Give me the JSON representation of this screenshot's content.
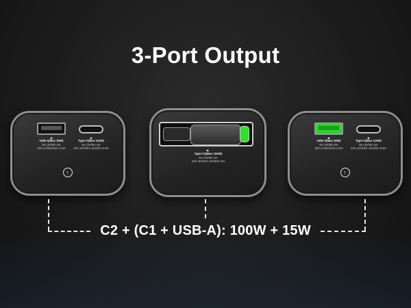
{
  "title": "3-Port Output",
  "formula": "C2 + (C1 + USB-A): 100W + 15W",
  "ports": {
    "usba": {
      "head": "USB-A(Max 30W)",
      "line1": "5V=3A/9V=3A",
      "line2": "10V=2.25A/12V=2.5A"
    },
    "typec": {
      "head": "Type-C(Max 110W)",
      "line1": "5V=3A/9V=3A",
      "line2": "12V=3A/15V=3A/20V=5.5A"
    },
    "typec_mid": {
      "head": "Type-C2(Max 100W)",
      "line1": "5V=3A/9V=3A",
      "line2": "12V=3A/15V=3A/20V=5A"
    }
  },
  "colors": {
    "active_green": "#2ee12c",
    "background": "#1c1c1c"
  },
  "icons": [
    "power-button-icon",
    "usb-a-port-icon",
    "usb-c-port-icon"
  ]
}
